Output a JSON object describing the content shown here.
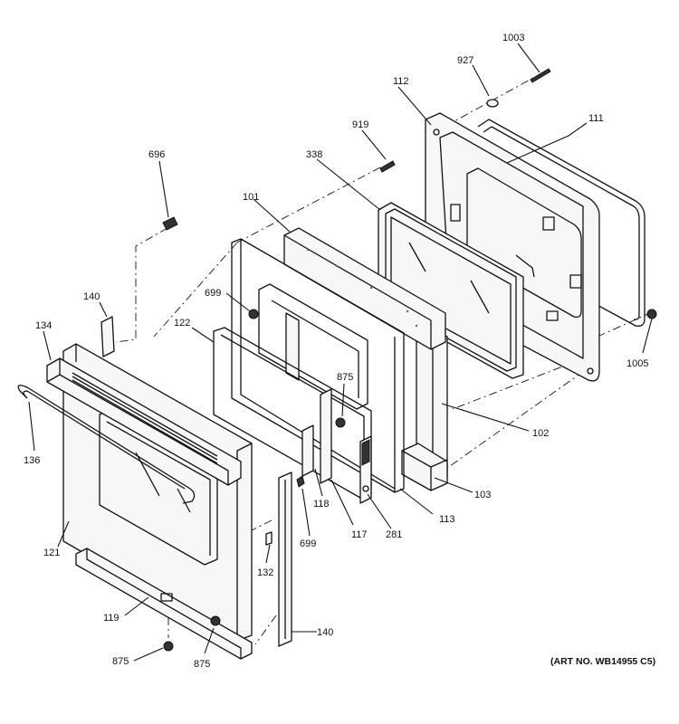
{
  "art_number": "(ART NO. WB14955 C5)",
  "callouts": {
    "c1003": "1003",
    "c927": "927",
    "c112": "112",
    "c111": "111",
    "c919": "919",
    "c338": "338",
    "c696": "696",
    "c101": "101",
    "c699a": "699",
    "c140a": "140",
    "c134": "134",
    "c122": "122",
    "c875a": "875",
    "c1005": "1005",
    "c102": "102",
    "c136": "136",
    "c103": "103",
    "c113": "113",
    "c118": "118",
    "c117": "117",
    "c281": "281",
    "c699b": "699",
    "c121": "121",
    "c132": "132",
    "c119": "119",
    "c140b": "140",
    "c875b": "875",
    "c875c": "875"
  }
}
